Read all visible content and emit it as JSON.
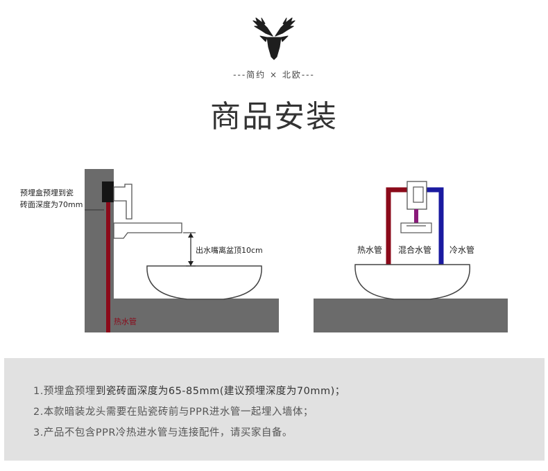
{
  "header": {
    "subtitle": "---简约  ×  北欧---",
    "title": "商品安装"
  },
  "diagram_left": {
    "box_label_line1": "预埋盒预埋到瓷",
    "box_label_line2": "砖面深度为70mm",
    "spout_label": "出水嘴离盆顶10cm",
    "pipe_label": "热水管"
  },
  "diagram_right": {
    "hot_label": "热水管",
    "mix_label": "混合水管",
    "cold_label": "冷水管"
  },
  "notes": {
    "item1_a": "1.预埋盒预埋",
    "item1_b": "到瓷砖面深度为65-85mm(建议预埋深度为70mm)；",
    "item2": "2.本款暗装龙头需要在贴瓷砖前与PPR进水管一起埋入墙体；",
    "item3": "3.产品不包含PPR冷热进水管与连接配件，请买家自备。"
  },
  "colors": {
    "hot_pipe": "#8b0a1a",
    "cold_pipe": "#1a1aa0",
    "mix_pipe": "#8a1a7a",
    "wall": "#6b6b6b",
    "floor": "#6b6b6b",
    "notes_bg": "#e1e1e1"
  }
}
